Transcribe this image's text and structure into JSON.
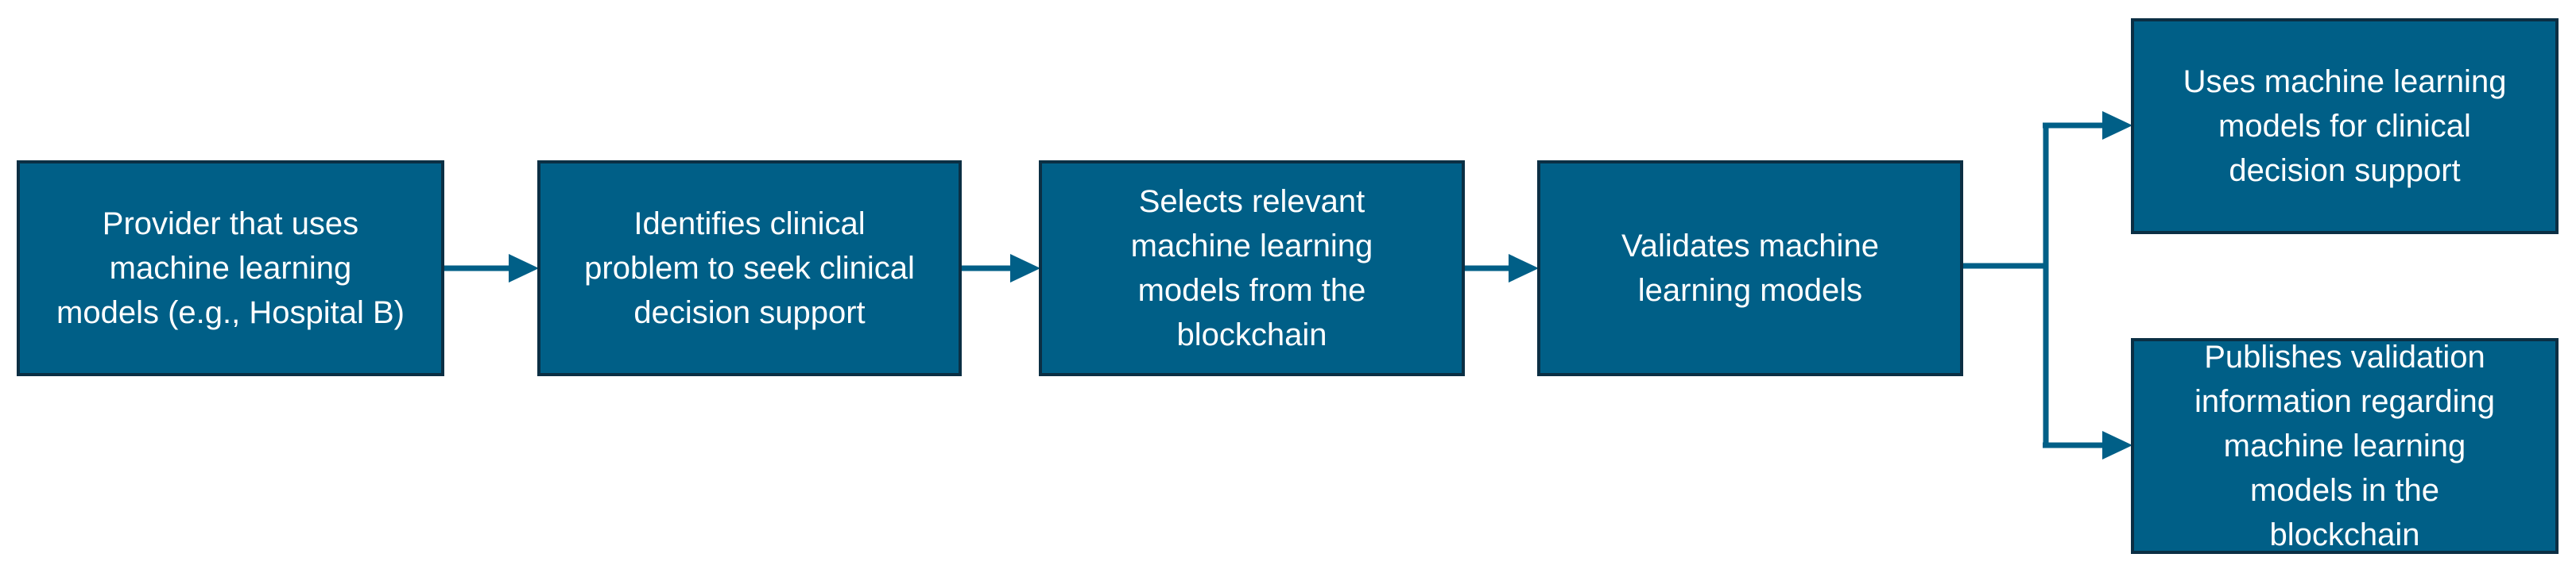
{
  "diagram": {
    "colors": {
      "box_fill": "#005f87",
      "box_border": "#0b2f44",
      "arrow": "#005f87",
      "text": "#ffffff"
    },
    "nodes": [
      {
        "id": "provider",
        "label": "Provider that uses\nmachine learning\nmodels (e.g., Hospital B)"
      },
      {
        "id": "identify",
        "label": "Identifies clinical\nproblem to seek clinical\ndecision support"
      },
      {
        "id": "select",
        "label": "Selects relevant\nmachine learning\nmodels from the\nblockchain"
      },
      {
        "id": "validate",
        "label": "Validates machine\nlearning models"
      },
      {
        "id": "use",
        "label": "Uses machine learning\nmodels for clinical\ndecision support"
      },
      {
        "id": "publish",
        "label": "Publishes validation\ninformation regarding\nmachine learning\nmodels in the\nblockchain"
      }
    ],
    "edges": [
      {
        "from": "provider",
        "to": "identify"
      },
      {
        "from": "identify",
        "to": "select"
      },
      {
        "from": "select",
        "to": "validate"
      },
      {
        "from": "validate",
        "to": "use"
      },
      {
        "from": "validate",
        "to": "publish"
      }
    ]
  }
}
